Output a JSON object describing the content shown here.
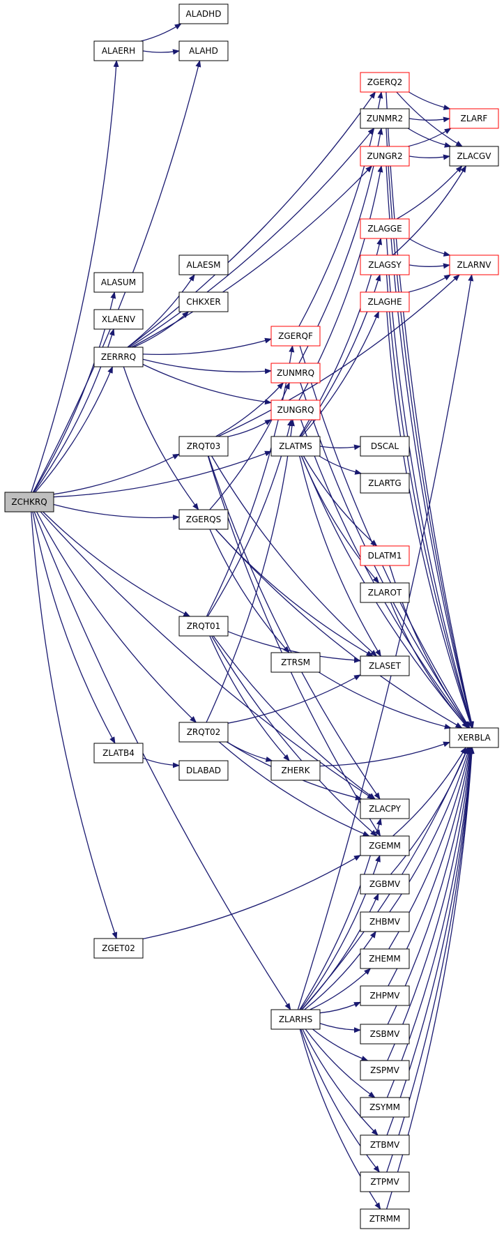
{
  "colors": {
    "edge": "#191970",
    "node_border": "#000000",
    "incomplete_border": "#ff0000",
    "root_fill": "#bfbfbf"
  },
  "nodes": [
    {
      "id": "ZCHKRQ",
      "label": "ZCHKRQ",
      "root": true
    },
    {
      "id": "ALAERH",
      "label": "ALAERH"
    },
    {
      "id": "ALADHD",
      "label": "ALADHD"
    },
    {
      "id": "ALAHD",
      "label": "ALAHD"
    },
    {
      "id": "ALASUM",
      "label": "ALASUM"
    },
    {
      "id": "XLAENV",
      "label": "XLAENV"
    },
    {
      "id": "ZERRRQ",
      "label": "ZERRRQ"
    },
    {
      "id": "ALAESM",
      "label": "ALAESM"
    },
    {
      "id": "CHKXER",
      "label": "CHKXER"
    },
    {
      "id": "ZGERQ2",
      "label": "ZGERQ2",
      "incomplete": true
    },
    {
      "id": "ZUNMR2",
      "label": "ZUNMR2"
    },
    {
      "id": "ZUNGR2",
      "label": "ZUNGR2",
      "incomplete": true
    },
    {
      "id": "ZLARF",
      "label": "ZLARF",
      "incomplete": true
    },
    {
      "id": "ZLACGV",
      "label": "ZLACGV"
    },
    {
      "id": "ZLAGGE",
      "label": "ZLAGGE",
      "incomplete": true
    },
    {
      "id": "ZLAGSY",
      "label": "ZLAGSY",
      "incomplete": true
    },
    {
      "id": "ZLAGHE",
      "label": "ZLAGHE",
      "incomplete": true
    },
    {
      "id": "ZLARNV",
      "label": "ZLARNV",
      "incomplete": true
    },
    {
      "id": "ZGERQF",
      "label": "ZGERQF",
      "incomplete": true
    },
    {
      "id": "ZUNMRQ",
      "label": "ZUNMRQ",
      "incomplete": true
    },
    {
      "id": "ZUNGRQ",
      "label": "ZUNGRQ",
      "incomplete": true
    },
    {
      "id": "ZRQT03",
      "label": "ZRQT03"
    },
    {
      "id": "ZLATMS",
      "label": "ZLATMS"
    },
    {
      "id": "DSCAL",
      "label": "DSCAL"
    },
    {
      "id": "ZLARTG",
      "label": "ZLARTG"
    },
    {
      "id": "ZGERQS",
      "label": "ZGERQS"
    },
    {
      "id": "DLATM1",
      "label": "DLATM1",
      "incomplete": true
    },
    {
      "id": "ZLAROT",
      "label": "ZLAROT"
    },
    {
      "id": "ZRQT01",
      "label": "ZRQT01"
    },
    {
      "id": "ZTRSM",
      "label": "ZTRSM"
    },
    {
      "id": "ZLASET",
      "label": "ZLASET"
    },
    {
      "id": "ZRQT02",
      "label": "ZRQT02"
    },
    {
      "id": "XERBLA",
      "label": "XERBLA"
    },
    {
      "id": "ZLATB4",
      "label": "ZLATB4"
    },
    {
      "id": "DLABAD",
      "label": "DLABAD"
    },
    {
      "id": "ZHERK",
      "label": "ZHERK"
    },
    {
      "id": "ZLACPY",
      "label": "ZLACPY"
    },
    {
      "id": "ZGEMM",
      "label": "ZGEMM"
    },
    {
      "id": "ZGBMV",
      "label": "ZGBMV"
    },
    {
      "id": "ZGET02",
      "label": "ZGET02"
    },
    {
      "id": "ZHBMV",
      "label": "ZHBMV"
    },
    {
      "id": "ZHEMM",
      "label": "ZHEMM"
    },
    {
      "id": "ZHPMV",
      "label": "ZHPMV"
    },
    {
      "id": "ZLARHS",
      "label": "ZLARHS"
    },
    {
      "id": "ZSBMV",
      "label": "ZSBMV"
    },
    {
      "id": "ZSPMV",
      "label": "ZSPMV"
    },
    {
      "id": "ZSYMM",
      "label": "ZSYMM"
    },
    {
      "id": "ZTBMV",
      "label": "ZTBMV"
    },
    {
      "id": "ZTPMV",
      "label": "ZTPMV"
    },
    {
      "id": "ZTRMM",
      "label": "ZTRMM"
    }
  ],
  "edges": [
    [
      "ZCHKRQ",
      "ALAERH"
    ],
    [
      "ZCHKRQ",
      "ALAHD"
    ],
    [
      "ZCHKRQ",
      "ALASUM"
    ],
    [
      "ZCHKRQ",
      "XLAENV"
    ],
    [
      "ZCHKRQ",
      "ZERRRQ"
    ],
    [
      "ZCHKRQ",
      "ZRQT03"
    ],
    [
      "ZCHKRQ",
      "ZLATMS"
    ],
    [
      "ZCHKRQ",
      "ZGERQS"
    ],
    [
      "ZCHKRQ",
      "ZRQT01"
    ],
    [
      "ZCHKRQ",
      "ZRQT02"
    ],
    [
      "ZCHKRQ",
      "ZLATB4"
    ],
    [
      "ZCHKRQ",
      "ZLACPY"
    ],
    [
      "ZCHKRQ",
      "ZGET02"
    ],
    [
      "ZCHKRQ",
      "ZLARHS"
    ],
    [
      "ALAERH",
      "ALADHD"
    ],
    [
      "ALAERH",
      "ALAHD"
    ],
    [
      "ZERRRQ",
      "ALAESM"
    ],
    [
      "ZERRRQ",
      "CHKXER"
    ],
    [
      "ZERRRQ",
      "ZGERQ2"
    ],
    [
      "ZERRRQ",
      "ZUNMR2"
    ],
    [
      "ZERRRQ",
      "ZUNGR2"
    ],
    [
      "ZERRRQ",
      "ZGERQF"
    ],
    [
      "ZERRRQ",
      "ZUNMRQ"
    ],
    [
      "ZERRRQ",
      "ZUNGRQ"
    ],
    [
      "ZERRRQ",
      "ZGERQS"
    ],
    [
      "ZGERQ2",
      "ZLARF"
    ],
    [
      "ZGERQ2",
      "ZLACGV"
    ],
    [
      "ZGERQ2",
      "XERBLA"
    ],
    [
      "ZUNMR2",
      "ZLARF"
    ],
    [
      "ZUNMR2",
      "ZLACGV"
    ],
    [
      "ZUNMR2",
      "XERBLA"
    ],
    [
      "ZUNGR2",
      "ZLARF"
    ],
    [
      "ZUNGR2",
      "ZLACGV"
    ],
    [
      "ZUNGR2",
      "XERBLA"
    ],
    [
      "ZLAGGE",
      "ZLACGV"
    ],
    [
      "ZLAGGE",
      "ZLARNV"
    ],
    [
      "ZLAGGE",
      "XERBLA"
    ],
    [
      "ZLAGSY",
      "ZLACGV"
    ],
    [
      "ZLAGSY",
      "ZLARNV"
    ],
    [
      "ZLAGSY",
      "XERBLA"
    ],
    [
      "ZLAGHE",
      "ZLARNV"
    ],
    [
      "ZLAGHE",
      "XERBLA"
    ],
    [
      "ZGERQF",
      "ZGERQ2"
    ],
    [
      "ZGERQF",
      "XERBLA"
    ],
    [
      "ZUNMRQ",
      "ZUNMR2"
    ],
    [
      "ZUNMRQ",
      "XERBLA"
    ],
    [
      "ZUNGRQ",
      "ZUNGR2"
    ],
    [
      "ZUNGRQ",
      "XERBLA"
    ],
    [
      "ZRQT03",
      "ZLARNV"
    ],
    [
      "ZRQT03",
      "ZUNMRQ"
    ],
    [
      "ZRQT03",
      "ZUNGRQ"
    ],
    [
      "ZRQT03",
      "ZLASET"
    ],
    [
      "ZRQT03",
      "ZLACPY"
    ],
    [
      "ZRQT03",
      "ZGEMM"
    ],
    [
      "ZLATMS",
      "DSCAL"
    ],
    [
      "ZLATMS",
      "ZLARTG"
    ],
    [
      "ZLATMS",
      "ZLAGGE"
    ],
    [
      "ZLATMS",
      "ZLAGSY"
    ],
    [
      "ZLATMS",
      "ZLAGHE"
    ],
    [
      "ZLATMS",
      "DLATM1"
    ],
    [
      "ZLATMS",
      "ZLAROT"
    ],
    [
      "ZLATMS",
      "ZLASET"
    ],
    [
      "ZLATMS",
      "XERBLA"
    ],
    [
      "ZGERQS",
      "ZUNMRQ"
    ],
    [
      "ZGERQS",
      "ZTRSM"
    ],
    [
      "ZGERQS",
      "ZLASET"
    ],
    [
      "ZGERQS",
      "XERBLA"
    ],
    [
      "DLATM1",
      "XERBLA"
    ],
    [
      "ZLAROT",
      "XERBLA"
    ],
    [
      "ZRQT01",
      "ZGERQF"
    ],
    [
      "ZRQT01",
      "ZUNGRQ"
    ],
    [
      "ZRQT01",
      "ZLASET"
    ],
    [
      "ZRQT01",
      "ZHERK"
    ],
    [
      "ZRQT01",
      "ZLACPY"
    ],
    [
      "ZRQT01",
      "ZGEMM"
    ],
    [
      "ZTRSM",
      "XERBLA"
    ],
    [
      "ZRQT02",
      "ZUNGRQ"
    ],
    [
      "ZRQT02",
      "ZLASET"
    ],
    [
      "ZRQT02",
      "ZHERK"
    ],
    [
      "ZRQT02",
      "ZLACPY"
    ],
    [
      "ZRQT02",
      "ZGEMM"
    ],
    [
      "ZLATB4",
      "DLABAD"
    ],
    [
      "ZHERK",
      "XERBLA"
    ],
    [
      "ZGEMM",
      "XERBLA"
    ],
    [
      "ZGET02",
      "ZGEMM"
    ],
    [
      "ZGBMV",
      "XERBLA"
    ],
    [
      "ZHBMV",
      "XERBLA"
    ],
    [
      "ZHEMM",
      "XERBLA"
    ],
    [
      "ZHPMV",
      "XERBLA"
    ],
    [
      "ZSBMV",
      "XERBLA"
    ],
    [
      "ZSPMV",
      "XERBLA"
    ],
    [
      "ZSYMM",
      "XERBLA"
    ],
    [
      "ZTBMV",
      "XERBLA"
    ],
    [
      "ZTPMV",
      "XERBLA"
    ],
    [
      "ZTRMM",
      "XERBLA"
    ],
    [
      "ZLARHS",
      "ZLARNV"
    ],
    [
      "ZLARHS",
      "ZLACPY"
    ],
    [
      "ZLARHS",
      "ZGEMM"
    ],
    [
      "ZLARHS",
      "ZGBMV"
    ],
    [
      "ZLARHS",
      "ZHBMV"
    ],
    [
      "ZLARHS",
      "ZHEMM"
    ],
    [
      "ZLARHS",
      "ZHPMV"
    ],
    [
      "ZLARHS",
      "ZSBMV"
    ],
    [
      "ZLARHS",
      "ZSPMV"
    ],
    [
      "ZLARHS",
      "ZSYMM"
    ],
    [
      "ZLARHS",
      "ZTBMV"
    ],
    [
      "ZLARHS",
      "ZTPMV"
    ],
    [
      "ZLARHS",
      "ZTRMM"
    ],
    [
      "ZLARHS",
      "XERBLA"
    ]
  ]
}
